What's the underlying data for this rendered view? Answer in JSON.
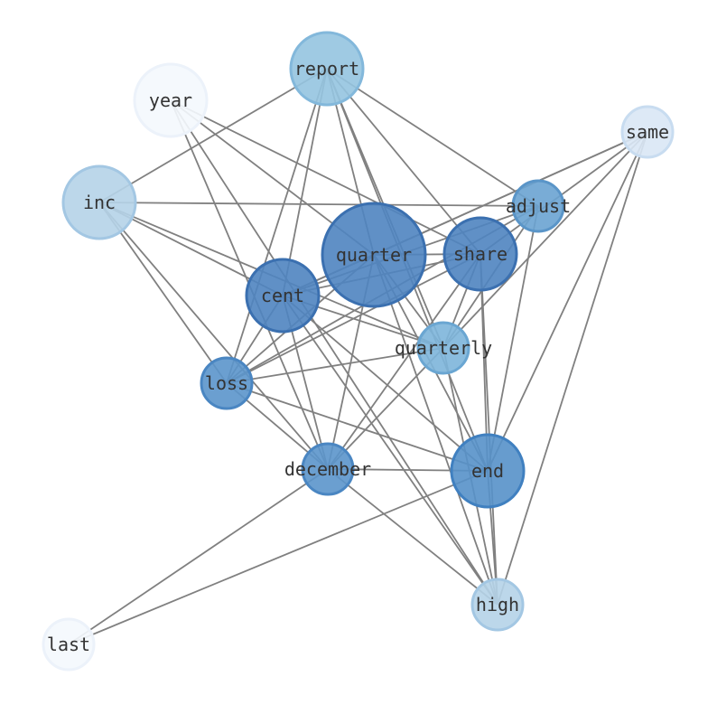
{
  "diagram": {
    "type": "network-graph",
    "nodes": [
      {
        "id": "quarter",
        "label": "quarter",
        "fill": "#4f84c0",
        "stroke": "#3b70b0",
        "opacity": 0.9
      },
      {
        "id": "share",
        "label": "share",
        "fill": "#4f84c0",
        "stroke": "#3b70b0",
        "opacity": 0.9
      },
      {
        "id": "cent",
        "label": "cent",
        "fill": "#4f84c0",
        "stroke": "#3b70b0",
        "opacity": 0.9
      },
      {
        "id": "end",
        "label": "end",
        "fill": "#5791c9",
        "stroke": "#4080c0",
        "opacity": 0.9
      },
      {
        "id": "loss",
        "label": "loss",
        "fill": "#5b95cb",
        "stroke": "#4a86c2",
        "opacity": 0.9
      },
      {
        "id": "december",
        "label": "december",
        "fill": "#5b95cb",
        "stroke": "#4a86c2",
        "opacity": 0.9
      },
      {
        "id": "adjust",
        "label": "adjust",
        "fill": "#6aa3d1",
        "stroke": "#5a95c8",
        "opacity": 0.9
      },
      {
        "id": "quarterly",
        "label": "quarterly",
        "fill": "#7db5da",
        "stroke": "#6aa6d2",
        "opacity": 0.9
      },
      {
        "id": "report",
        "label": "report",
        "fill": "#95c4e0",
        "stroke": "#83b8db",
        "opacity": 0.9
      },
      {
        "id": "inc",
        "label": "inc",
        "fill": "#b5d3e8",
        "stroke": "#a3c7e3",
        "opacity": 0.9
      },
      {
        "id": "high",
        "label": "high",
        "fill": "#b5d3e8",
        "stroke": "#a3c7e3",
        "opacity": 0.9
      },
      {
        "id": "same",
        "label": "same",
        "fill": "#d9e7f5",
        "stroke": "#c8dcf0",
        "opacity": 0.9
      },
      {
        "id": "year",
        "label": "year",
        "fill": "#f4f8fd",
        "stroke": "#ecf2fa",
        "opacity": 0.9
      },
      {
        "id": "last",
        "label": "last",
        "fill": "#f4f8fd",
        "stroke": "#ecf2fa",
        "opacity": 0.9
      }
    ],
    "edges": [
      [
        "report",
        "inc"
      ],
      [
        "report",
        "cent"
      ],
      [
        "report",
        "quarter"
      ],
      [
        "report",
        "share"
      ],
      [
        "report",
        "adjust"
      ],
      [
        "report",
        "loss"
      ],
      [
        "report",
        "quarterly"
      ],
      [
        "report",
        "end"
      ],
      [
        "year",
        "quarter"
      ],
      [
        "year",
        "share"
      ],
      [
        "year",
        "december"
      ],
      [
        "year",
        "high"
      ],
      [
        "inc",
        "adjust"
      ],
      [
        "inc",
        "cent"
      ],
      [
        "inc",
        "quarterly"
      ],
      [
        "inc",
        "loss"
      ],
      [
        "inc",
        "december"
      ],
      [
        "same",
        "quarter"
      ],
      [
        "same",
        "share"
      ],
      [
        "same",
        "cent"
      ],
      [
        "same",
        "quarterly"
      ],
      [
        "same",
        "end"
      ],
      [
        "same",
        "high"
      ],
      [
        "adjust",
        "cent"
      ],
      [
        "adjust",
        "loss"
      ],
      [
        "adjust",
        "quarterly"
      ],
      [
        "adjust",
        "end"
      ],
      [
        "quarter",
        "share"
      ],
      [
        "quarter",
        "cent"
      ],
      [
        "quarter",
        "loss"
      ],
      [
        "quarter",
        "december"
      ],
      [
        "quarter",
        "end"
      ],
      [
        "quarter",
        "high"
      ],
      [
        "quarter",
        "quarterly"
      ],
      [
        "share",
        "cent"
      ],
      [
        "share",
        "loss"
      ],
      [
        "share",
        "quarterly"
      ],
      [
        "share",
        "end"
      ],
      [
        "share",
        "high"
      ],
      [
        "share",
        "december"
      ],
      [
        "cent",
        "loss"
      ],
      [
        "cent",
        "quarterly"
      ],
      [
        "cent",
        "end"
      ],
      [
        "cent",
        "december"
      ],
      [
        "cent",
        "high"
      ],
      [
        "quarterly",
        "loss"
      ],
      [
        "quarterly",
        "december"
      ],
      [
        "quarterly",
        "high"
      ],
      [
        "loss",
        "december"
      ],
      [
        "loss",
        "end"
      ],
      [
        "december",
        "end"
      ],
      [
        "december",
        "high"
      ],
      [
        "december",
        "last"
      ],
      [
        "end",
        "last"
      ],
      [
        "end",
        "high"
      ]
    ]
  }
}
